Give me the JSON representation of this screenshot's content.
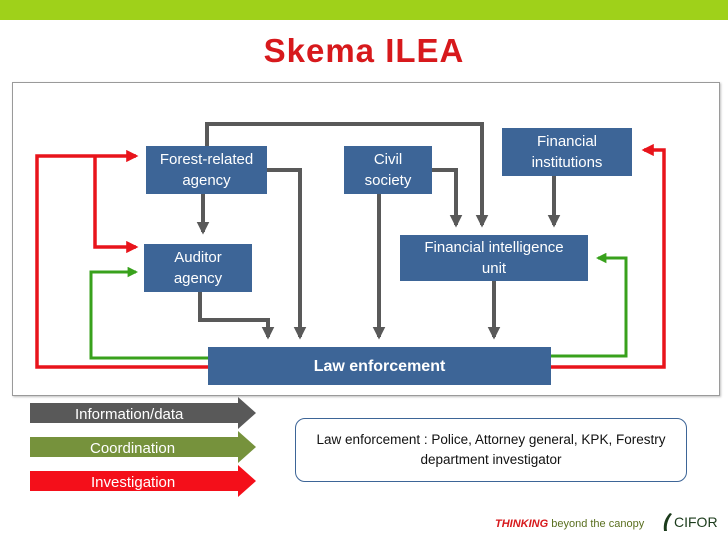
{
  "title": "Skema ILEA",
  "nodes": {
    "forest_agency": "Forest-related\nagency",
    "civil_society": "Civil\nsociety",
    "financial_institutions": "Financial\ninstitutions",
    "auditor_agency": "Auditor\nagency",
    "fiu": "Financial intelligence\nunit",
    "law_enforcement": "Law enforcement"
  },
  "legend": {
    "information": "Information/data",
    "coordination": "Coordination",
    "investigation": "Investigation"
  },
  "colors": {
    "information": "#595959",
    "coordination": "#38a11c",
    "investigation": "#e8141b",
    "box": "#3d6597",
    "title": "#d7191c",
    "accent_bar": "#9fd11a"
  },
  "note": "Law enforcement :  Police, Attorney  general, KPK, Forestry department investigator",
  "footer": {
    "thinking": "THINKING",
    "tagline": "beyond the canopy",
    "logo": "CIFOR"
  }
}
